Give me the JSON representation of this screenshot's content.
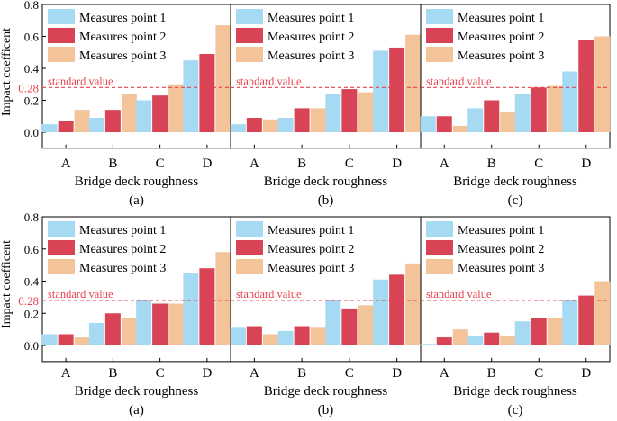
{
  "figure": {
    "ylabel": "Impact coefficent",
    "xlabel": "Bridge deck roughness",
    "standard_value_label": "standard value",
    "standard_value_tick": "0.28",
    "series_names": [
      "Measures point 1",
      "Measures point 2",
      "Measures point 3"
    ],
    "colors": {
      "series": [
        "#A6DAF2",
        "#D84455",
        "#F3C49A"
      ],
      "reference": "#E8434F"
    },
    "rows": [
      {
        "panels": [
          {
            "caption": "(a)"
          },
          {
            "caption": "(b)"
          },
          {
            "caption": "(c)"
          }
        ]
      },
      {
        "panels": [
          {
            "caption": "(a)"
          },
          {
            "caption": "(b)"
          },
          {
            "caption": "(c)"
          }
        ]
      }
    ]
  },
  "chart_data": [
    {
      "type": "bar",
      "categories": [
        "A",
        "B",
        "C",
        "D"
      ],
      "series": [
        {
          "name": "Measures point 1",
          "values": [
            0.05,
            0.09,
            0.2,
            0.45
          ]
        },
        {
          "name": "Measures point 2",
          "values": [
            0.07,
            0.14,
            0.23,
            0.49
          ]
        },
        {
          "name": "Measures point 3",
          "values": [
            0.14,
            0.24,
            0.3,
            0.67
          ]
        }
      ],
      "reference_line": 0.28,
      "ylim": [
        -0.1,
        0.8
      ],
      "yticks": [
        0.0,
        0.2,
        0.4,
        0.6,
        0.8
      ],
      "ylabel": "Impact coefficent",
      "xlabel": "Bridge deck roughness",
      "legend": "top-left",
      "grid": false
    },
    {
      "type": "bar",
      "categories": [
        "A",
        "B",
        "C",
        "D"
      ],
      "series": [
        {
          "name": "Measures point 1",
          "values": [
            0.05,
            0.09,
            0.24,
            0.51
          ]
        },
        {
          "name": "Measures point 2",
          "values": [
            0.09,
            0.15,
            0.27,
            0.53
          ]
        },
        {
          "name": "Measures point 3",
          "values": [
            0.08,
            0.15,
            0.25,
            0.61
          ]
        }
      ],
      "reference_line": 0.28,
      "ylim": [
        -0.1,
        0.8
      ],
      "xlabel": "Bridge deck roughness",
      "legend": "top-left",
      "grid": false
    },
    {
      "type": "bar",
      "categories": [
        "A",
        "B",
        "C",
        "D"
      ],
      "series": [
        {
          "name": "Measures point 1",
          "values": [
            0.1,
            0.15,
            0.24,
            0.38
          ]
        },
        {
          "name": "Measures point 2",
          "values": [
            0.1,
            0.2,
            0.28,
            0.58
          ]
        },
        {
          "name": "Measures point 3",
          "values": [
            0.04,
            0.13,
            0.29,
            0.6
          ]
        }
      ],
      "reference_line": 0.28,
      "ylim": [
        -0.1,
        0.8
      ],
      "xlabel": "Bridge deck roughness",
      "legend": "top-left",
      "grid": false
    },
    {
      "type": "bar",
      "categories": [
        "A",
        "B",
        "C",
        "D"
      ],
      "series": [
        {
          "name": "Measures point 1",
          "values": [
            0.07,
            0.14,
            0.28,
            0.45
          ]
        },
        {
          "name": "Measures point 2",
          "values": [
            0.07,
            0.2,
            0.26,
            0.48
          ]
        },
        {
          "name": "Measures point 3",
          "values": [
            0.05,
            0.17,
            0.26,
            0.58
          ]
        }
      ],
      "reference_line": 0.28,
      "ylim": [
        -0.1,
        0.8
      ],
      "yticks": [
        0.0,
        0.2,
        0.4,
        0.6,
        0.8
      ],
      "ylabel": "Impact coefficent",
      "xlabel": "Bridge deck roughness",
      "legend": "top-left",
      "grid": false
    },
    {
      "type": "bar",
      "categories": [
        "A",
        "B",
        "C",
        "D"
      ],
      "series": [
        {
          "name": "Measures point 1",
          "values": [
            0.11,
            0.09,
            0.28,
            0.41
          ]
        },
        {
          "name": "Measures point 2",
          "values": [
            0.12,
            0.12,
            0.23,
            0.44
          ]
        },
        {
          "name": "Measures point 3",
          "values": [
            0.07,
            0.11,
            0.25,
            0.51
          ]
        }
      ],
      "reference_line": 0.28,
      "ylim": [
        -0.1,
        0.8
      ],
      "xlabel": "Bridge deck roughness",
      "legend": "top-left",
      "grid": false
    },
    {
      "type": "bar",
      "categories": [
        "A",
        "B",
        "C",
        "D"
      ],
      "series": [
        {
          "name": "Measures point 1",
          "values": [
            0.01,
            0.06,
            0.15,
            0.28
          ]
        },
        {
          "name": "Measures point 2",
          "values": [
            0.05,
            0.08,
            0.17,
            0.31
          ]
        },
        {
          "name": "Measures point 3",
          "values": [
            0.1,
            0.06,
            0.17,
            0.4
          ]
        }
      ],
      "reference_line": 0.28,
      "ylim": [
        -0.1,
        0.8
      ],
      "xlabel": "Bridge deck roughness",
      "legend": "top-left",
      "grid": false
    }
  ]
}
